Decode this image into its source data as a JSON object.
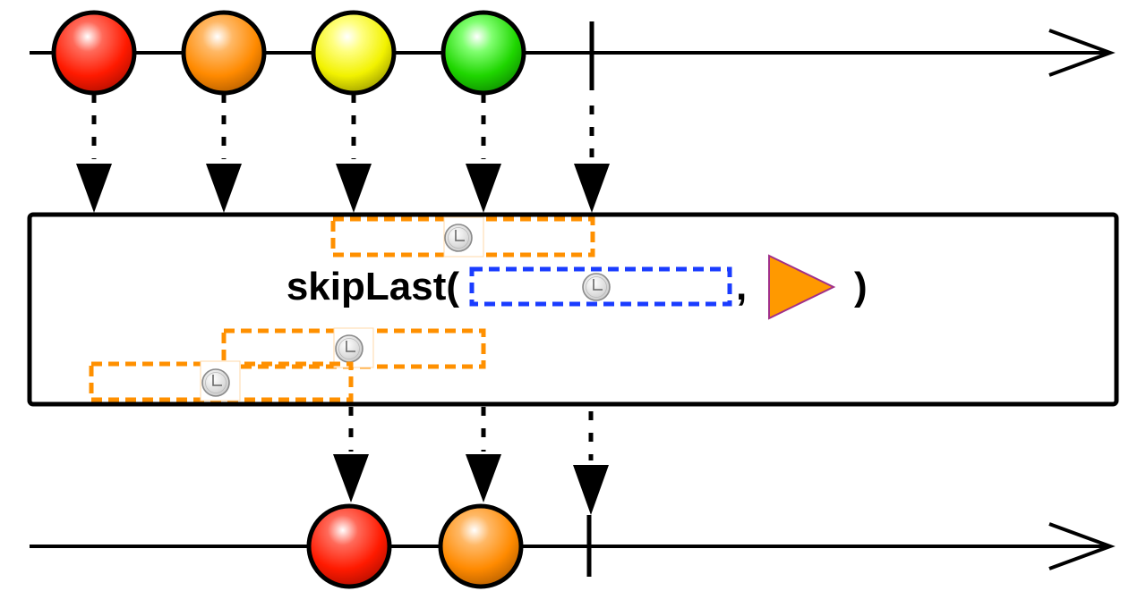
{
  "operator": {
    "name": "skipLast(",
    "comma": ",",
    "close": ")"
  },
  "source_marbles": [
    {
      "color": "red",
      "hex": "#ff1a00"
    },
    {
      "color": "orange",
      "hex": "#ff8a00"
    },
    {
      "color": "yellow",
      "hex": "#f2f200"
    },
    {
      "color": "green",
      "hex": "#1fd600"
    }
  ],
  "output_marbles": [
    {
      "color": "red",
      "hex": "#ff1a00"
    },
    {
      "color": "orange",
      "hex": "#ff8a00"
    }
  ],
  "colors": {
    "line": "#000000",
    "window_border": "#ff9000",
    "duration_border": "#1a3cff",
    "scheduler_fill": "#ff9900",
    "scheduler_stroke": "#a0308a"
  },
  "icons": {
    "clock": "clock-icon",
    "scheduler": "play-triangle-icon"
  }
}
